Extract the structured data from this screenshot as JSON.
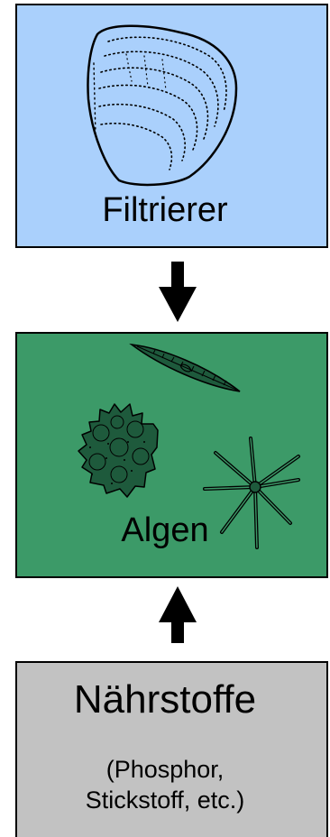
{
  "boxes": {
    "top": {
      "label": "Filtrierer",
      "color": "#aad0fc",
      "icon": "mussel-shell-icon"
    },
    "middle": {
      "label": "Algen",
      "color": "#3c9a68",
      "icons": [
        "pennate-diatom-icon",
        "pediastrum-colony-icon",
        "asterionella-star-icon"
      ]
    },
    "bottom": {
      "label": "Nährstoffe",
      "subtitle_line1": "(Phosphor,",
      "subtitle_line2": "Stickstoff, etc.)",
      "color": "#c2c2c2"
    }
  },
  "arrows": [
    {
      "from": "Filtrierer",
      "to": "Algen",
      "direction": "down"
    },
    {
      "from": "Nährstoffe",
      "to": "Algen",
      "direction": "up"
    }
  ]
}
